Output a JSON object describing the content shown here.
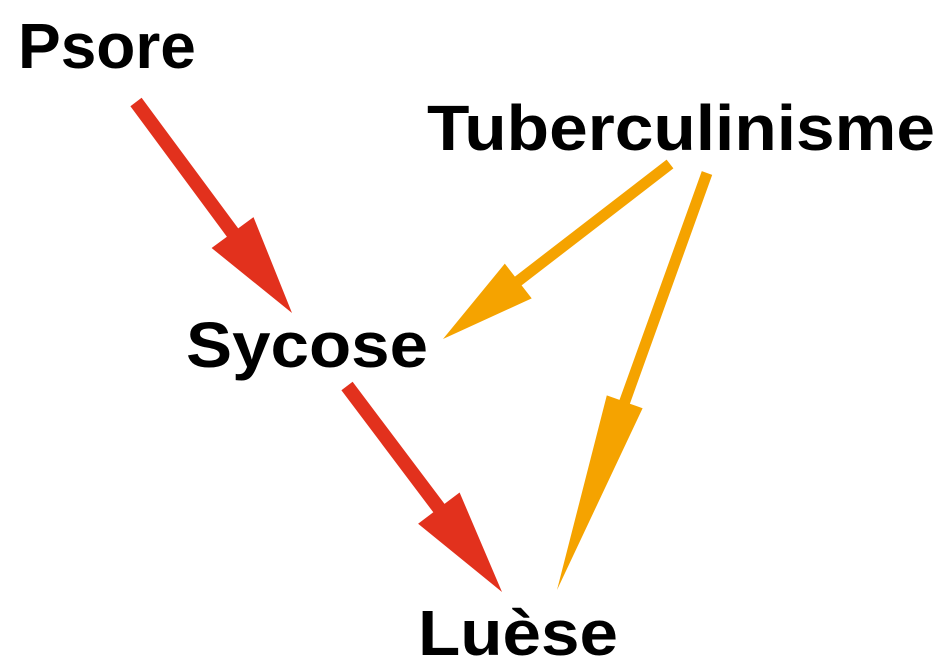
{
  "diagram": {
    "nodes": {
      "psore": "Psore",
      "tuberculinisme": "Tuberculinisme",
      "sycose": "Sycose",
      "luese": "Luèse"
    },
    "edges": [
      {
        "from": "psore",
        "to": "sycose",
        "color": "#e2311d"
      },
      {
        "from": "tuberculinisme",
        "to": "sycose",
        "color": "#f5a300"
      },
      {
        "from": "sycose",
        "to": "luese",
        "color": "#e2311d"
      },
      {
        "from": "tuberculinisme",
        "to": "luese",
        "color": "#f5a300"
      }
    ]
  }
}
